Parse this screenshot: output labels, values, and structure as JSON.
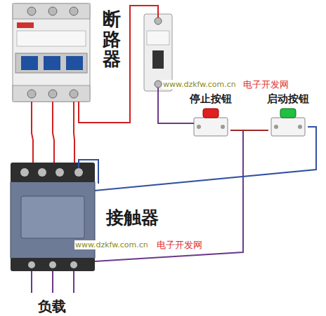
{
  "diagram": {
    "nodes": [
      {
        "text": [
          "断路器"
        ]
      },
      {
        "text": [
          "停止按钮"
        ]
      },
      {
        "text": [
          "启动按钮"
        ]
      },
      {
        "text": [
          "接触器"
        ]
      }
    ],
    "edges": [
      {
        "from": 0,
        "to": 3,
        "arrow": "none"
      },
      {
        "from": 1,
        "to": 2,
        "arrow": "none"
      },
      {
        "from": 2,
        "to": 3,
        "arrow": "none"
      }
    ],
    "labels": [
      "www.dzkfw.com.cn",
      "电子开发网",
      "www.dzkfw.com.cn",
      "电子开发网",
      "负载"
    ]
  }
}
